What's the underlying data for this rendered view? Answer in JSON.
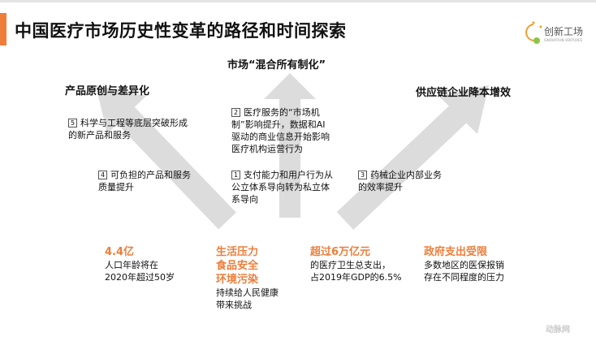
{
  "header": {
    "title": "中国医疗市场历史性变革的路径和时间探索",
    "logo_text": "创新工场",
    "logo_sub": "SINOVATION VENTURES",
    "accent_color": "#ee7d3a"
  },
  "directions": {
    "left": "产品原创与差异化",
    "middle": "市场“混合所有制化”",
    "right": "供应链企业降本增效"
  },
  "items": [
    {
      "num": "5",
      "text": "科学与工程等底层突破形成的新产品和服务"
    },
    {
      "num": "2",
      "text": "医疗服务的“市场机制”影响提升，数据和AI驱动的商业信息开始影响医疗机构运营行为"
    },
    {
      "num": "4",
      "text": "可负担的产品和服务质量提升"
    },
    {
      "num": "1",
      "text": "支付能力和用户行为从公立体系导向转为私立体系导向"
    },
    {
      "num": "3",
      "text": "药械企业内部业务的效率提升"
    }
  ],
  "stats": [
    {
      "big": [
        "4.4亿"
      ],
      "desc": [
        "人口年龄将在",
        "2020年超过50岁"
      ]
    },
    {
      "big": [
        "生活压力",
        "食品安全",
        "环境污染"
      ],
      "desc": [
        "持续给人民健康",
        "带来挑战"
      ]
    },
    {
      "big": [
        "超过6万亿元"
      ],
      "desc": [
        "的医疗卫生总支出，",
        "占2019年GDP的6.5%"
      ]
    },
    {
      "big": [
        "政府支出受限"
      ],
      "desc": [
        "多数地区的医保报销",
        "存在不同程度的压力"
      ]
    }
  ],
  "watermark": "动脉网"
}
